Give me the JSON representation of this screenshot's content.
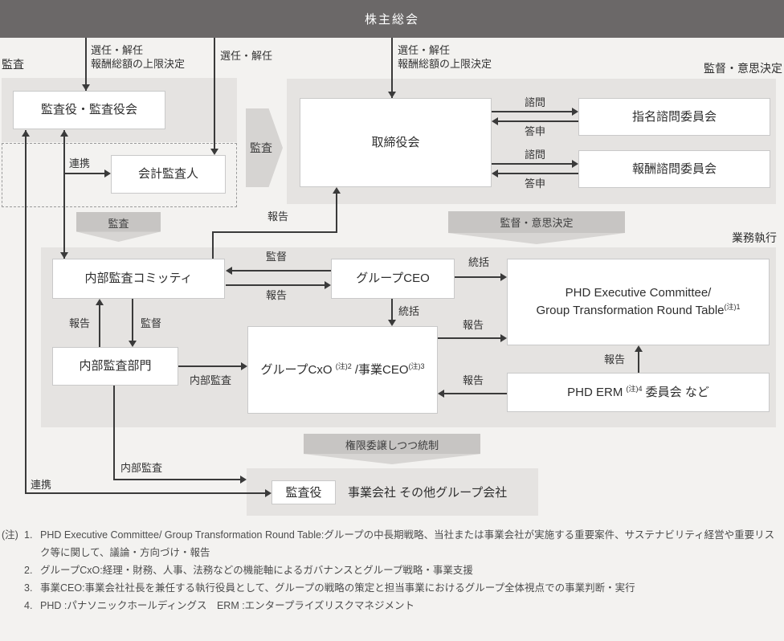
{
  "header": {
    "title": "株主総会"
  },
  "sections": {
    "audit": "監査",
    "supervision": "監督・意思決定",
    "execution": "業務執行"
  },
  "labels": {
    "appoint_dismiss": "選任・解任",
    "compensation_cap": "報酬総額の上限決定",
    "audit": "監査",
    "cooperation": "連携",
    "report": "報告",
    "supervise": "監督",
    "consult": "諮問",
    "reply": "答申",
    "oversee": "統括",
    "internal_audit": "内部監査",
    "supervision_decision": "監督・意思決定",
    "delegate_control": "権限委譲しつつ統制"
  },
  "boxes": {
    "audit_board": "監査役・監査役会",
    "accounting_auditor": "会計監査人",
    "board_of_directors": "取締役会",
    "nomination_committee": "指名諮問委員会",
    "compensation_committee": "報酬諮問委員会",
    "internal_audit_committee": "内部監査コミッティ",
    "group_ceo": "グループCEO",
    "phd_exec_line1": "PHD Executive Committee/",
    "phd_exec_line2": "Group Transformation Round Table",
    "phd_exec_ref": "(注)1",
    "group_cxo_pre": "グループCxO ",
    "group_cxo_ref": "(注)2",
    "group_cxo_mid": " /事業CEO",
    "business_ceo_ref": "(注)3",
    "internal_audit_dept": "内部監査部門",
    "phd_erm_pre": "PHD ERM ",
    "phd_erm_ref": "(注)4",
    "phd_erm_post": " 委員会 など",
    "subsidiary_auditor": "監査役",
    "subsidiary_companies": "事業会社 その他グループ会社"
  },
  "notes": {
    "prefix": "(注)",
    "items": [
      {
        "num": "1.",
        "text": "PHD Executive Committee/ Group Transformation Round Table:グループの中長期戦略、当社または事業会社が実施する重要案件、サステナビリティ経営や重要リスク等に関して、議論・方向づけ・報告"
      },
      {
        "num": "2.",
        "text": "グループCxO:経理・財務、人事、法務などの機能軸によるガバナンスとグループ戦略・事業支援"
      },
      {
        "num": "3.",
        "text": "事業CEO:事業会社社長を兼任する執行役員として、グループの戦略の策定と担当事業におけるグループ全体視点での事業判断・実行"
      },
      {
        "num": "4.",
        "text": "PHD :パナソニックホールディングス　ERM :エンタープライズリスクマネジメント"
      }
    ]
  },
  "colors": {
    "header_bg": "#6b6868",
    "panel_gray": "#e5e3e1",
    "banner_gray": "#c7c5c3",
    "banner_tip_gray": "#d7d5d3",
    "line_dark": "#3a3a3a",
    "box_border": "#c9c9c9",
    "background": "#f3f2f0"
  }
}
